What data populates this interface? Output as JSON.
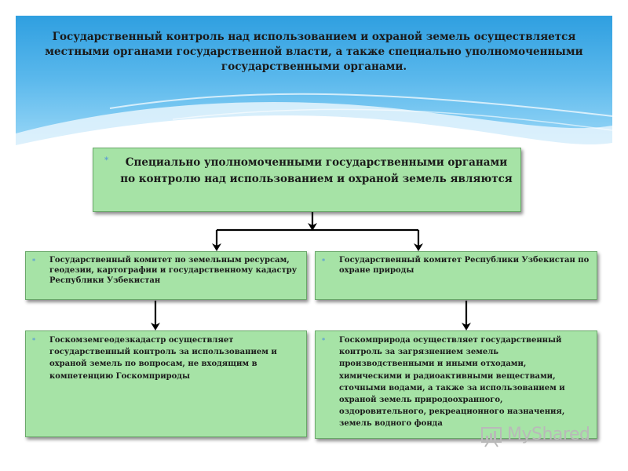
{
  "header": {
    "title": "Государственный контроль над использованием и охраной земель осуществляется местными органами государственной власти, а также специально уполномоченными государственными органами."
  },
  "main_box": {
    "bullet": "*",
    "text": "Специально уполномоченными государственными органами по контролю над использованием и охраной земель являются"
  },
  "left_top": {
    "bullet": "*",
    "text": "Государственный комитет по земельным ресурсам, геодезии, картографии и государственному кадастру Республики Узбекистан"
  },
  "right_top": {
    "bullet": "*",
    "text": "Государственный комитет Республики Узбекистан по охране природы"
  },
  "left_bottom": {
    "bullet": "*",
    "text": "Госкомземгеодезкадастр осуществляет государственный контроль за использованием и охраной земель по вопросам, не входящим в компетенцию Госкомприроды"
  },
  "right_bottom": {
    "bullet": "*",
    "text": "Госкомприрода осуществляет государственный контроль за загрязнением земель производственными и иными отходами, химическими и радиоактивными веществами, сточными водами, а также за использованием и охраной земель природоохранного, оздоровительного, рекреационного назначения, земель водного фонда"
  },
  "watermark": {
    "text": "MyShared"
  },
  "colors": {
    "box_fill": "#a6e3a6",
    "box_border": "#6aa86a",
    "bullet": "#5a9bd5",
    "sky_top": "#2f9fe0"
  }
}
